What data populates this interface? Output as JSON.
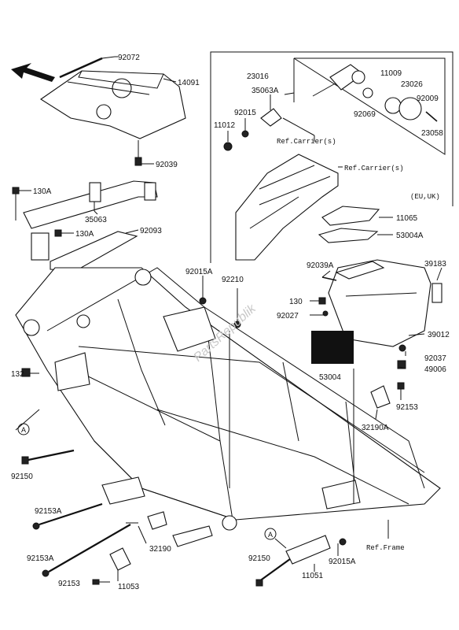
{
  "labels": {
    "p92072": "92072",
    "p14091": "14091",
    "p92039": "92039",
    "p130A_a": "130A",
    "p130A_b": "130A",
    "p35063": "35063",
    "p92093": "92093",
    "p132": "132",
    "p92015A_a": "92015A",
    "p92210": "92210",
    "p92150_a": "92150",
    "p92153A_a": "92153A",
    "p92153A_b": "92153A",
    "p92153": "92153",
    "p32190": "32190",
    "p11053": "11053",
    "p92150_b": "92150",
    "p11051": "11051",
    "p92015A_b": "92015A",
    "p23016": "23016",
    "p35063A": "35063A",
    "p92015": "92015",
    "p11012": "11012",
    "p11009": "11009",
    "p23026": "23026",
    "p92069": "92069",
    "p92009": "92009",
    "p23058": "23058",
    "ref_carrier_1": "Ref.Carrier(s)",
    "ref_carrier_2": "Ref.Carrier(s)",
    "eu_uk": "(EU,UK)",
    "p11065": "11065",
    "p53004A": "53004A",
    "p92039A": "92039A",
    "p39183": "39183",
    "p130": "130",
    "p92027": "92027",
    "p39012": "39012",
    "p92037": "92037",
    "p49006": "49006",
    "p53004": "53004",
    "p92153_b": "92153",
    "p32190A": "32190A",
    "ref_frame": "Ref.Frame",
    "callout_a1": "A",
    "callout_a2": "A"
  },
  "watermark": "PartsRepublik"
}
